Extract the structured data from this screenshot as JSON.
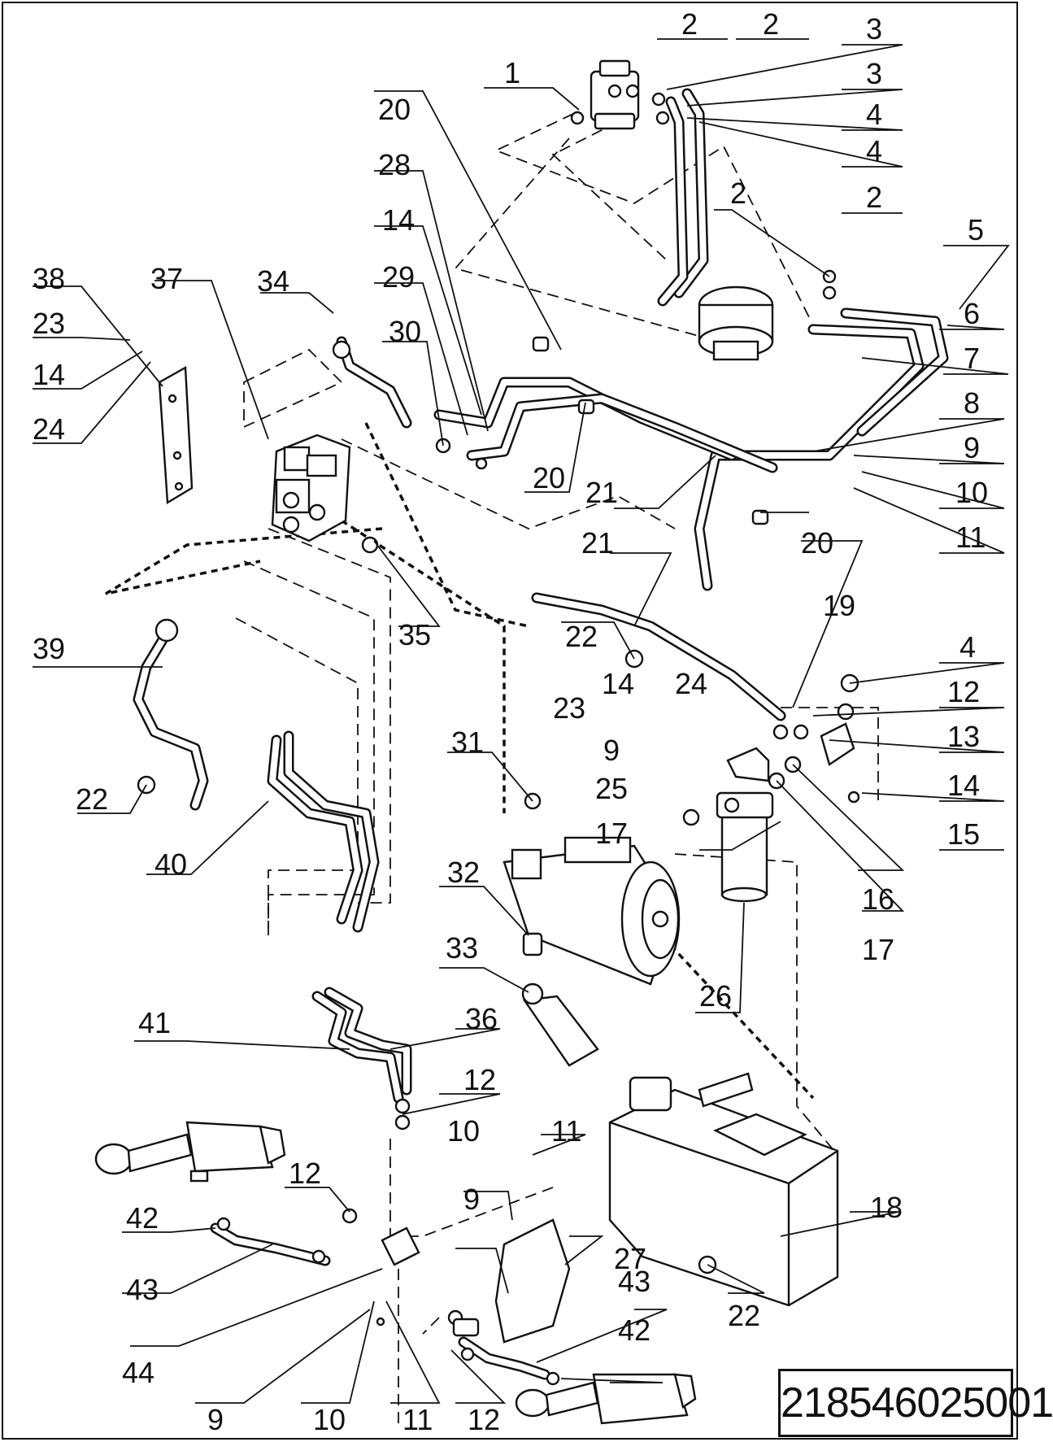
{
  "drawing_number": "218546025001",
  "callouts": {
    "c1": "1",
    "c2a": "2",
    "c2b": "2",
    "c2c": "2",
    "c2d": "2",
    "c3a": "3",
    "c3b": "3",
    "c4a": "4",
    "c4b": "4",
    "c4c": "4",
    "c5": "5",
    "c6": "6",
    "c7": "7",
    "c8": "8",
    "c9a": "9",
    "c9b": "9",
    "c9c": "9",
    "c9d": "9",
    "c10a": "10",
    "c10b": "10",
    "c10c": "10",
    "c11a": "11",
    "c11b": "11",
    "c11c": "11",
    "c12a": "12",
    "c12b": "12",
    "c12c": "12",
    "c12d": "12",
    "c13": "13",
    "c14a": "14",
    "c14b": "14",
    "c14c": "14",
    "c14d": "14",
    "c15": "15",
    "c16": "16",
    "c17a": "17",
    "c17b": "17",
    "c18": "18",
    "c19": "19",
    "c20a": "20",
    "c20b": "20",
    "c20c": "20",
    "c21a": "21",
    "c21b": "21",
    "c22a": "22",
    "c22b": "22",
    "c22c": "22",
    "c23a": "23",
    "c23b": "23",
    "c24a": "24",
    "c24b": "24",
    "c25": "25",
    "c26": "26",
    "c27": "27",
    "c28": "28",
    "c29": "29",
    "c30": "30",
    "c31": "31",
    "c32": "32",
    "c33": "33",
    "c34": "34",
    "c35": "35",
    "c36": "36",
    "c37": "37",
    "c38": "38",
    "c39": "39",
    "c40": "40",
    "c41": "41",
    "c42a": "42",
    "c42b": "42",
    "c43a": "43",
    "c43b": "43",
    "c44": "44"
  }
}
